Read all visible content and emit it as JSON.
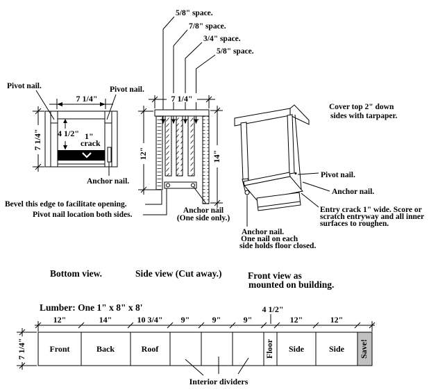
{
  "spacing_labels": [
    "5/8\" space.",
    "7/8\" space.",
    "3/4\" space.",
    "5/8\" space."
  ],
  "bottom_view": {
    "caption": "Bottom view.",
    "pivot_left": "Pivot nail.",
    "pivot_right": "Pivot nail.",
    "width_dim": "7 1/4\"",
    "height_dim": "7 1/4\"",
    "inner_dim": "4 1/2\"",
    "crack_dim": "1\"",
    "crack_word": "crack",
    "anchor": "Anchor nail.",
    "bevel_note": "Bevel this edge to facilitate opening.",
    "pivot_note": "Pivot nail location both sides."
  },
  "side_view": {
    "caption": "Side view (Cut away.)",
    "width_dim": "7 1/4\"",
    "left_dim": "12\"",
    "right_dim": "14\"",
    "anchor_line1": "Anchor nail",
    "anchor_line2": "(One side only.)"
  },
  "front_view": {
    "caption_line1": "Front view as",
    "caption_line2": "mounted on building.",
    "tarpaper_line1": "Cover top 2\" down",
    "tarpaper_line2": "sides with tarpaper.",
    "pivot": "Pivot nail.",
    "anchor": "Anchor nail.",
    "entry_line1": "Entry crack 1\" wide.  Score or",
    "entry_line2": "scratch entryway and all inner",
    "entry_line3": "surfaces to roughen.",
    "anchor2_line1": "Anchor nail.",
    "anchor2_line2": "One nail on each",
    "anchor2_line3": "side holds floor closed."
  },
  "lumber": {
    "heading": "Lumber:  One 1\" x 8\" x 8'",
    "height_dim": "7 1/4\"",
    "floor_dim": "4 1/2\"",
    "dims": [
      "12\"",
      "14\"",
      "10 3/4\"",
      "9\"",
      "9\"",
      "9\"",
      "12\"",
      "12\""
    ],
    "cells": [
      "Front",
      "Back",
      "Roof",
      "Floor",
      "Side",
      "Side",
      "Save!"
    ],
    "note": "Interior dividers",
    "save_color": "#c0c0c0"
  }
}
